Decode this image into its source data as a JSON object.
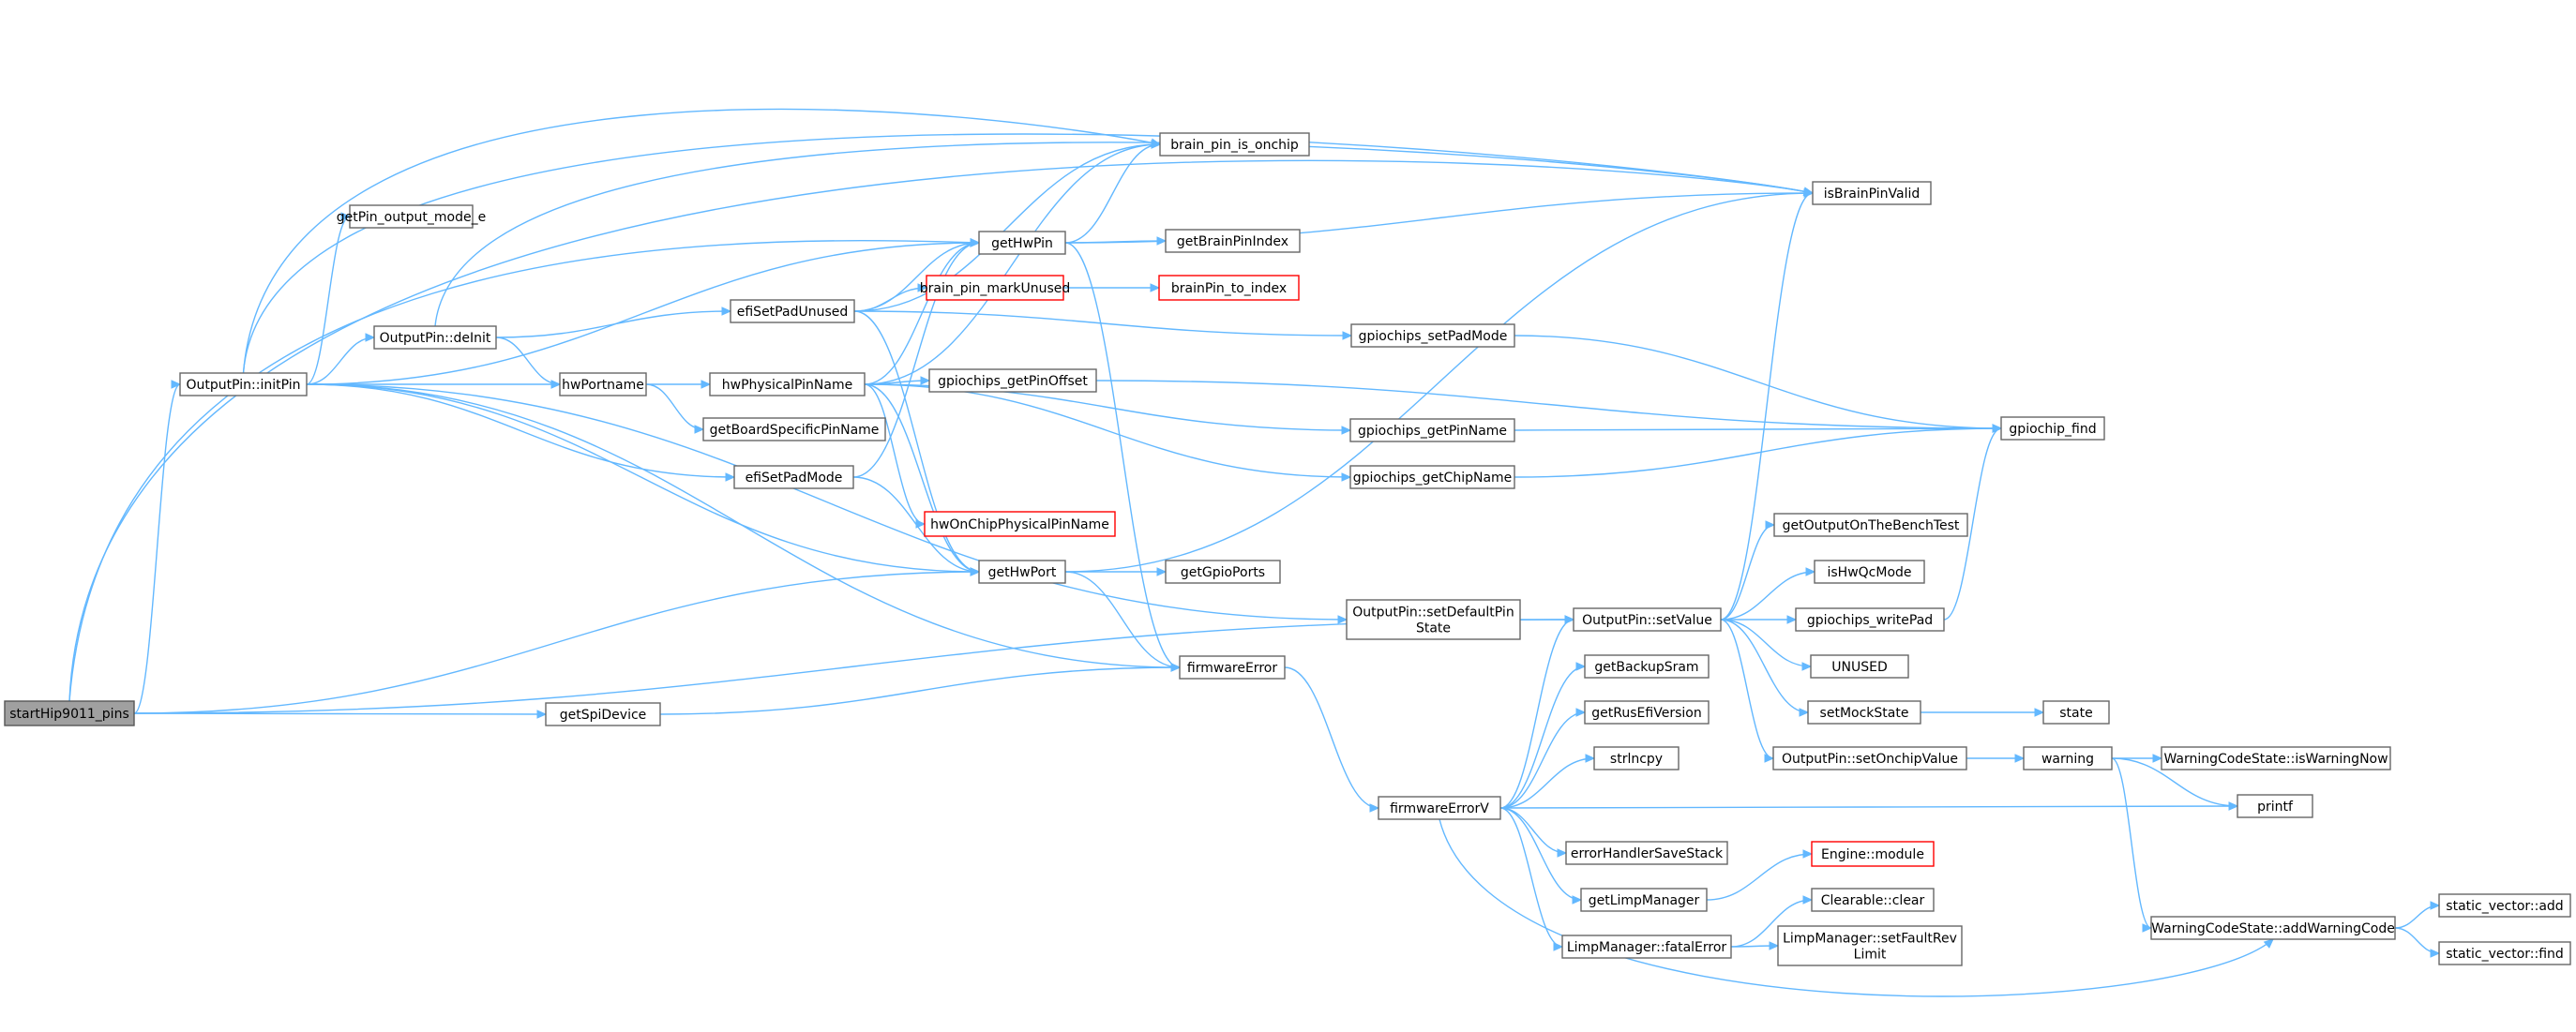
{
  "diagram": {
    "colors": {
      "edge": "#63b8ff",
      "root_fill": "#a0a0a0",
      "node_border": "#666666",
      "undocumented_border": "#ff0000"
    },
    "nodes": [
      {
        "id": "startHip9011_pins",
        "lines": [
          "startHip9011_pins"
        ],
        "root": true
      },
      {
        "id": "OutputPin_initPin",
        "lines": [
          "OutputPin::initPin"
        ]
      },
      {
        "id": "getSpiDevice",
        "lines": [
          "getSpiDevice"
        ]
      },
      {
        "id": "getHwPort",
        "lines": [
          "getHwPort"
        ]
      },
      {
        "id": "firmwareError",
        "lines": [
          "firmwareError"
        ]
      },
      {
        "id": "OutputPin_setValue",
        "lines": [
          "OutputPin::setValue"
        ]
      },
      {
        "id": "isBrainPinValid",
        "lines": [
          "isBrainPinValid"
        ]
      },
      {
        "id": "brain_pin_is_onchip",
        "lines": [
          "brain_pin_is_onchip"
        ]
      },
      {
        "id": "getHwPin",
        "lines": [
          "getHwPin"
        ]
      },
      {
        "id": "getPin_output_mode_e",
        "lines": [
          "getPin_output_mode_e"
        ]
      },
      {
        "id": "OutputPin_deInit",
        "lines": [
          "OutputPin::deInit"
        ]
      },
      {
        "id": "hwPortname",
        "lines": [
          "hwPortname"
        ]
      },
      {
        "id": "efiSetPadMode",
        "lines": [
          "efiSetPadMode"
        ]
      },
      {
        "id": "OutputPin_setDefaultPinState",
        "lines": [
          "OutputPin::setDefaultPin",
          "State"
        ]
      },
      {
        "id": "getBrainPinIndex",
        "lines": [
          "getBrainPinIndex"
        ]
      },
      {
        "id": "efiSetPadUnused",
        "lines": [
          "efiSetPadUnused"
        ]
      },
      {
        "id": "hwPhysicalPinName",
        "lines": [
          "hwPhysicalPinName"
        ]
      },
      {
        "id": "getBoardSpecificPinName",
        "lines": [
          "getBoardSpecificPinName"
        ]
      },
      {
        "id": "brain_pin_markUnused",
        "lines": [
          "brain_pin_markUnused"
        ],
        "undocumented": true
      },
      {
        "id": "gpiochips_setPadMode",
        "lines": [
          "gpiochips_setPadMode"
        ]
      },
      {
        "id": "brainPin_to_index",
        "lines": [
          "brainPin_to_index"
        ],
        "undocumented": true
      },
      {
        "id": "gpiochips_getPinOffset",
        "lines": [
          "gpiochips_getPinOffset"
        ]
      },
      {
        "id": "gpiochips_getPinName",
        "lines": [
          "gpiochips_getPinName"
        ]
      },
      {
        "id": "gpiochips_getChipName",
        "lines": [
          "gpiochips_getChipName"
        ]
      },
      {
        "id": "hwOnChipPhysicalPinName",
        "lines": [
          "hwOnChipPhysicalPinName"
        ],
        "undocumented": true
      },
      {
        "id": "gpiochip_find",
        "lines": [
          "gpiochip_find"
        ]
      },
      {
        "id": "getGpioPorts",
        "lines": [
          "getGpioPorts"
        ]
      },
      {
        "id": "firmwareErrorV",
        "lines": [
          "firmwareErrorV"
        ]
      },
      {
        "id": "getOutputOnTheBenchTest",
        "lines": [
          "getOutputOnTheBenchTest"
        ]
      },
      {
        "id": "isHwQcMode",
        "lines": [
          "isHwQcMode"
        ]
      },
      {
        "id": "gpiochips_writePad",
        "lines": [
          "gpiochips_writePad"
        ]
      },
      {
        "id": "UNUSED",
        "lines": [
          "UNUSED"
        ]
      },
      {
        "id": "setMockState",
        "lines": [
          "setMockState"
        ]
      },
      {
        "id": "OutputPin_setOnchipValue",
        "lines": [
          "OutputPin::setOnchipValue"
        ]
      },
      {
        "id": "getBackupSram",
        "lines": [
          "getBackupSram"
        ]
      },
      {
        "id": "getRusEfiVersion",
        "lines": [
          "getRusEfiVersion"
        ]
      },
      {
        "id": "strlncpy",
        "lines": [
          "strlncpy"
        ]
      },
      {
        "id": "errorHandlerSaveStack",
        "lines": [
          "errorHandlerSaveStack"
        ]
      },
      {
        "id": "getLimpManager",
        "lines": [
          "getLimpManager"
        ]
      },
      {
        "id": "LimpManager_fatalError",
        "lines": [
          "LimpManager::fatalError"
        ]
      },
      {
        "id": "WarningCodeState_addWarningCode",
        "lines": [
          "WarningCodeState::addWarningCode"
        ]
      },
      {
        "id": "printf",
        "lines": [
          "printf"
        ]
      },
      {
        "id": "state",
        "lines": [
          "state"
        ]
      },
      {
        "id": "warning",
        "lines": [
          "warning"
        ]
      },
      {
        "id": "WarningCodeState_isWarningNow",
        "lines": [
          "WarningCodeState::isWarningNow"
        ]
      },
      {
        "id": "Engine_module",
        "lines": [
          "Engine::module"
        ],
        "undocumented": true
      },
      {
        "id": "Clearable_clear",
        "lines": [
          "Clearable::clear"
        ]
      },
      {
        "id": "LimpManager_setFaultRevLimit",
        "lines": [
          "LimpManager::setFaultRev",
          "Limit"
        ]
      },
      {
        "id": "static_vector_add",
        "lines": [
          "static_vector::add"
        ]
      },
      {
        "id": "static_vector_find",
        "lines": [
          "static_vector::find"
        ]
      }
    ]
  }
}
